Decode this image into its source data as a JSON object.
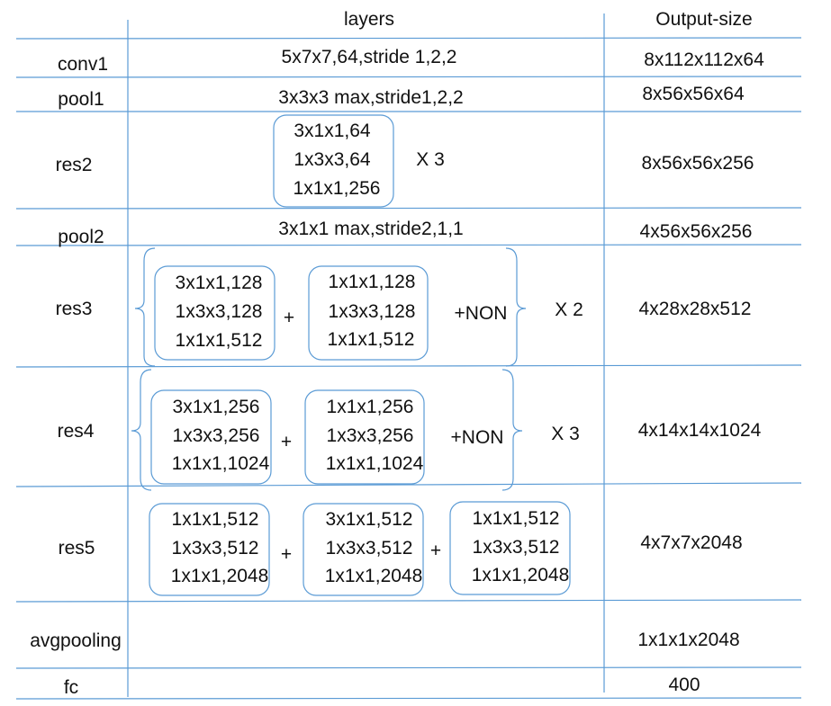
{
  "header": {
    "layers": "layers",
    "output_size": "Output-size"
  },
  "rows": [
    {
      "name": "conv1",
      "layers": "5x7x7,64,stride 1,2,2",
      "output": "8x112x112x64"
    },
    {
      "name": "pool1",
      "layers": "3x3x3 max,stride1,2,2",
      "output": "8x56x56x64"
    },
    {
      "name": "res2",
      "block": [
        "3x1x1,64",
        "1x3x3,64",
        "1x1x1,256"
      ],
      "repeat": "X 3",
      "output": "8x56x56x256"
    },
    {
      "name": "pool2",
      "layers": "3x1x1 max,stride2,1,1",
      "output": "4x56x56x256"
    },
    {
      "name": "res3",
      "block_a": [
        "3x1x1,128",
        "1x3x3,128",
        "1x1x1,512"
      ],
      "plus": "+",
      "block_b": [
        "1x1x1,128",
        "1x3x3,128",
        "1x1x1,512"
      ],
      "non": "+NON",
      "repeat": "X 2",
      "output": "4x28x28x512"
    },
    {
      "name": "res4",
      "block_a": [
        "3x1x1,256",
        "1x3x3,256",
        "1x1x1,1024"
      ],
      "plus": "+",
      "block_b": [
        "1x1x1,256",
        "1x3x3,256",
        "1x1x1,1024"
      ],
      "non": "+NON",
      "repeat": "X 3",
      "output": "4x14x14x1024"
    },
    {
      "name": "res5",
      "block_a": [
        "1x1x1,512",
        "1x3x3,512",
        "1x1x1,2048"
      ],
      "plus1": "+",
      "block_b": [
        "3x1x1,512",
        "1x3x3,512",
        "1x1x1,2048"
      ],
      "plus2": "+",
      "block_c": [
        "1x1x1,512",
        "1x3x3,512",
        "1x1x1,2048"
      ],
      "output": "4x7x7x2048"
    },
    {
      "name": "avgpooling",
      "output": "1x1x1x2048"
    },
    {
      "name": "fc",
      "output": "400"
    }
  ],
  "colors": {
    "lines": "#5b9bd5",
    "text": "#111111"
  }
}
